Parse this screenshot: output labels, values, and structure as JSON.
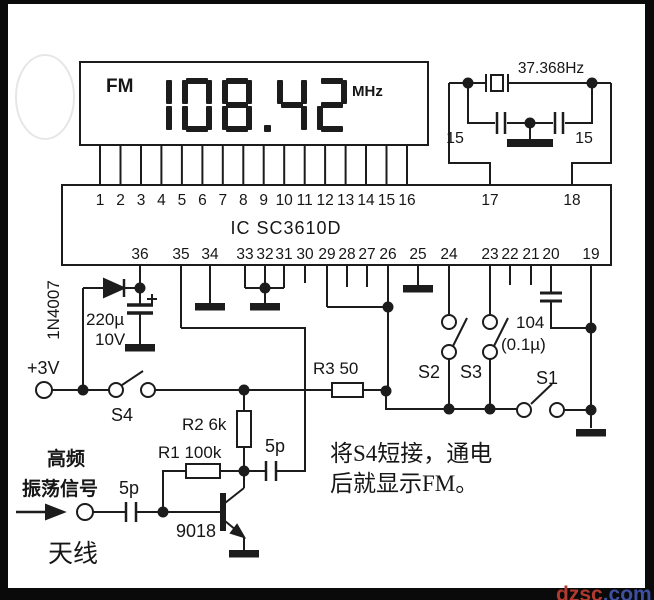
{
  "display": {
    "band": "FM",
    "value": "108.42",
    "unit": "MHz"
  },
  "crystal": {
    "frequency": "37.368Hz",
    "cap_left": "15",
    "cap_right": "15"
  },
  "ic": {
    "name": "IC SC3610D",
    "top_pins": [
      "1",
      "2",
      "3",
      "4",
      "5",
      "6",
      "7",
      "8",
      "9",
      "10",
      "11",
      "12",
      "13",
      "14",
      "15",
      "16",
      "17",
      "18"
    ],
    "bottom_pins": [
      "36",
      "35",
      "34",
      "33",
      "32",
      "31",
      "30",
      "29",
      "28",
      "27",
      "26",
      "25",
      "24",
      "23",
      "22",
      "21",
      "20",
      "19"
    ]
  },
  "components": {
    "diode": "1N4007",
    "filter_cap": "220µ",
    "filter_cap_voltage": "10V",
    "r3_label": "R3 50",
    "r2_label": "R2 6k",
    "r1_label": "R1 100k",
    "cap_5p_antenna": "5p",
    "cap_5p_collector": "5p",
    "transistor": "9018",
    "cap_104": "104",
    "cap_104_value": "(0.1µ)"
  },
  "switches": {
    "s1": "S1",
    "s2": "S2",
    "s3": "S3",
    "s4": "S4"
  },
  "power": {
    "supply": "+3V"
  },
  "labels": {
    "rf_line1": "高频",
    "rf_line2": "振荡信号",
    "antenna": "天线"
  },
  "note": {
    "line1": "将S4短接，通电",
    "line2": "后就显示FM。"
  },
  "watermark": {
    "text_main": "dzsc",
    "text_suffix": ".com",
    "color_main": "#b03a30",
    "color_suffix": "#3c4fa0"
  }
}
